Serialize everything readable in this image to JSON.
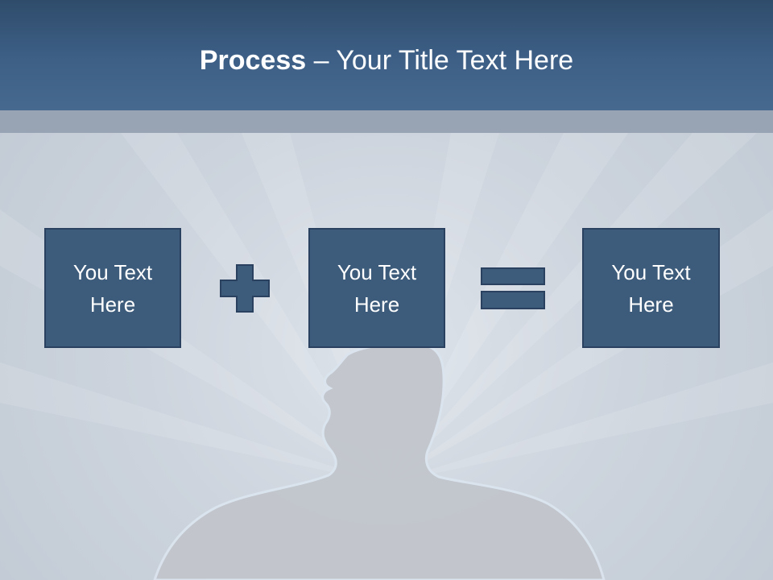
{
  "slide": {
    "title_bold": "Process",
    "title_rest": " – Your Title Text Here",
    "boxes": [
      {
        "line1": "You Text",
        "line2": "Here"
      },
      {
        "line1": "You Text",
        "line2": "Here"
      },
      {
        "line1": "You Text",
        "line2": "Here"
      }
    ],
    "operators": [
      "plus-icon",
      "equals-icon"
    ]
  },
  "colors": {
    "header": "#3e6087",
    "header_band": "#98a4b3",
    "background": "#cdd4dd",
    "box_fill": "#3d5b7a",
    "box_border": "#2a4260",
    "silhouette": "#c3c6cc"
  }
}
